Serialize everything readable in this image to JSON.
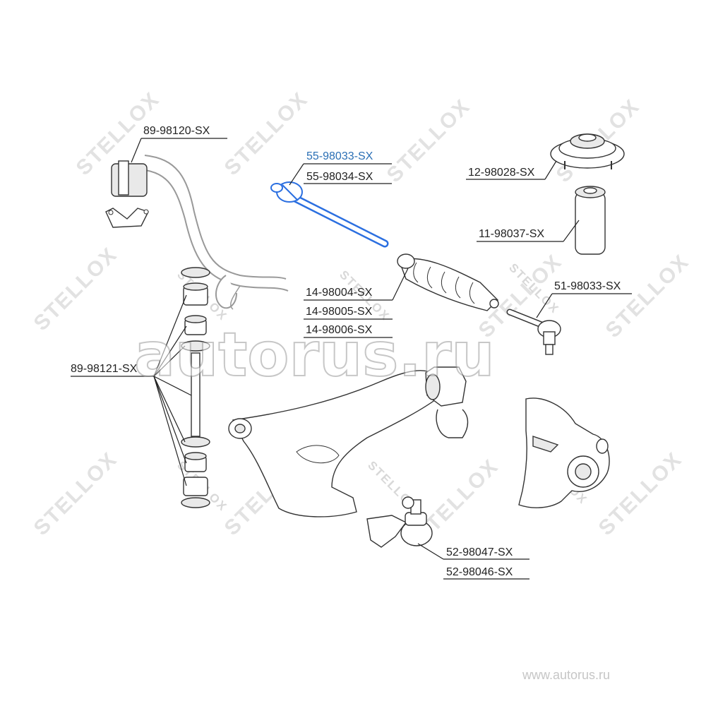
{
  "labels": {
    "sway_bar_bushing": "89-98120-SX",
    "inner_tie_rod_primary": "55-98033-SX",
    "inner_tie_rod_alt": "55-98034-SX",
    "strut_mount": "12-98028-SX",
    "bump_stop": "11-98037-SX",
    "tie_rod_end": "51-98033-SX",
    "rack_boot_1": "14-98004-SX",
    "rack_boot_2": "14-98005-SX",
    "rack_boot_3": "14-98006-SX",
    "sway_bar_link": "89-98121-SX",
    "ball_joint_1": "52-98047-SX",
    "ball_joint_2": "52-98046-SX"
  },
  "watermark": {
    "brand": "STELLOX",
    "site_overlay": "autorus.ru",
    "site_url": "www.autorus.ru"
  },
  "colors": {
    "highlight": "#2a6fb5",
    "tie_rod_blue": "#2b6fe0",
    "text": "#222222"
  }
}
